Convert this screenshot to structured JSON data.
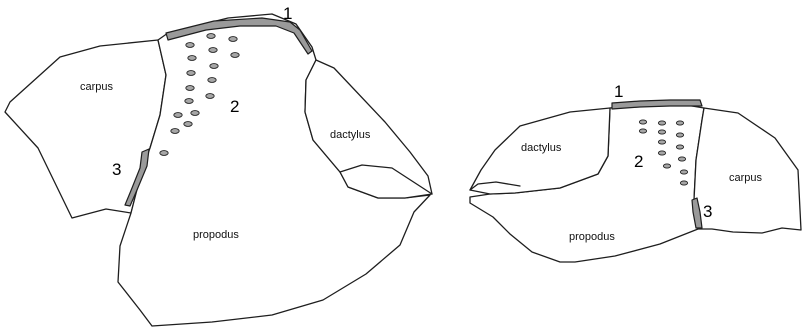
{
  "left_figure": {
    "labels": {
      "carpus": "carpus",
      "dactylus": "dactylus",
      "propodus": "propodus"
    },
    "markers": {
      "one": "1",
      "two": "2",
      "three": "3"
    }
  },
  "right_figure": {
    "labels": {
      "dactylus": "dactylus",
      "carpus": "carpus",
      "propodus": "propodus"
    },
    "markers": {
      "one": "1",
      "two": "2",
      "three": "3"
    }
  },
  "colors": {
    "outline": "#1e1e1e",
    "band_fill": "#9a9a9a",
    "pore_fill": "#a6a6a6",
    "background": "#ffffff"
  }
}
